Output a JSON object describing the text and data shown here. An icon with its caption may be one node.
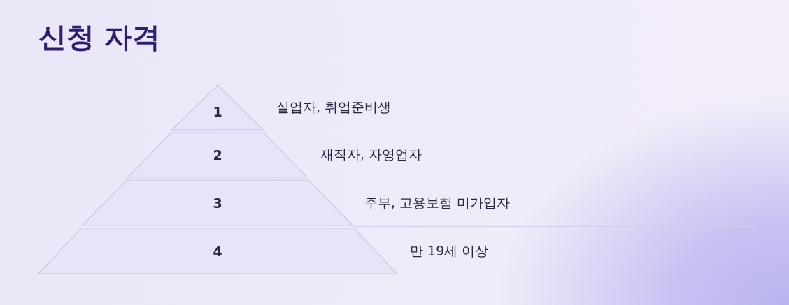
{
  "diagram": {
    "title": "신청 자격",
    "nodes": [
      {
        "text": [
          "1"
        ],
        "beside": [
          "실업자, 취업준비생"
        ]
      },
      {
        "text": [
          "2"
        ],
        "beside": [
          "재직자, 자영업자"
        ]
      },
      {
        "text": [
          "3"
        ],
        "beside": [
          "주부, 고용보험 미가입자"
        ]
      },
      {
        "text": [
          "4"
        ],
        "beside": [
          "만 19세 이상"
        ]
      }
    ]
  }
}
